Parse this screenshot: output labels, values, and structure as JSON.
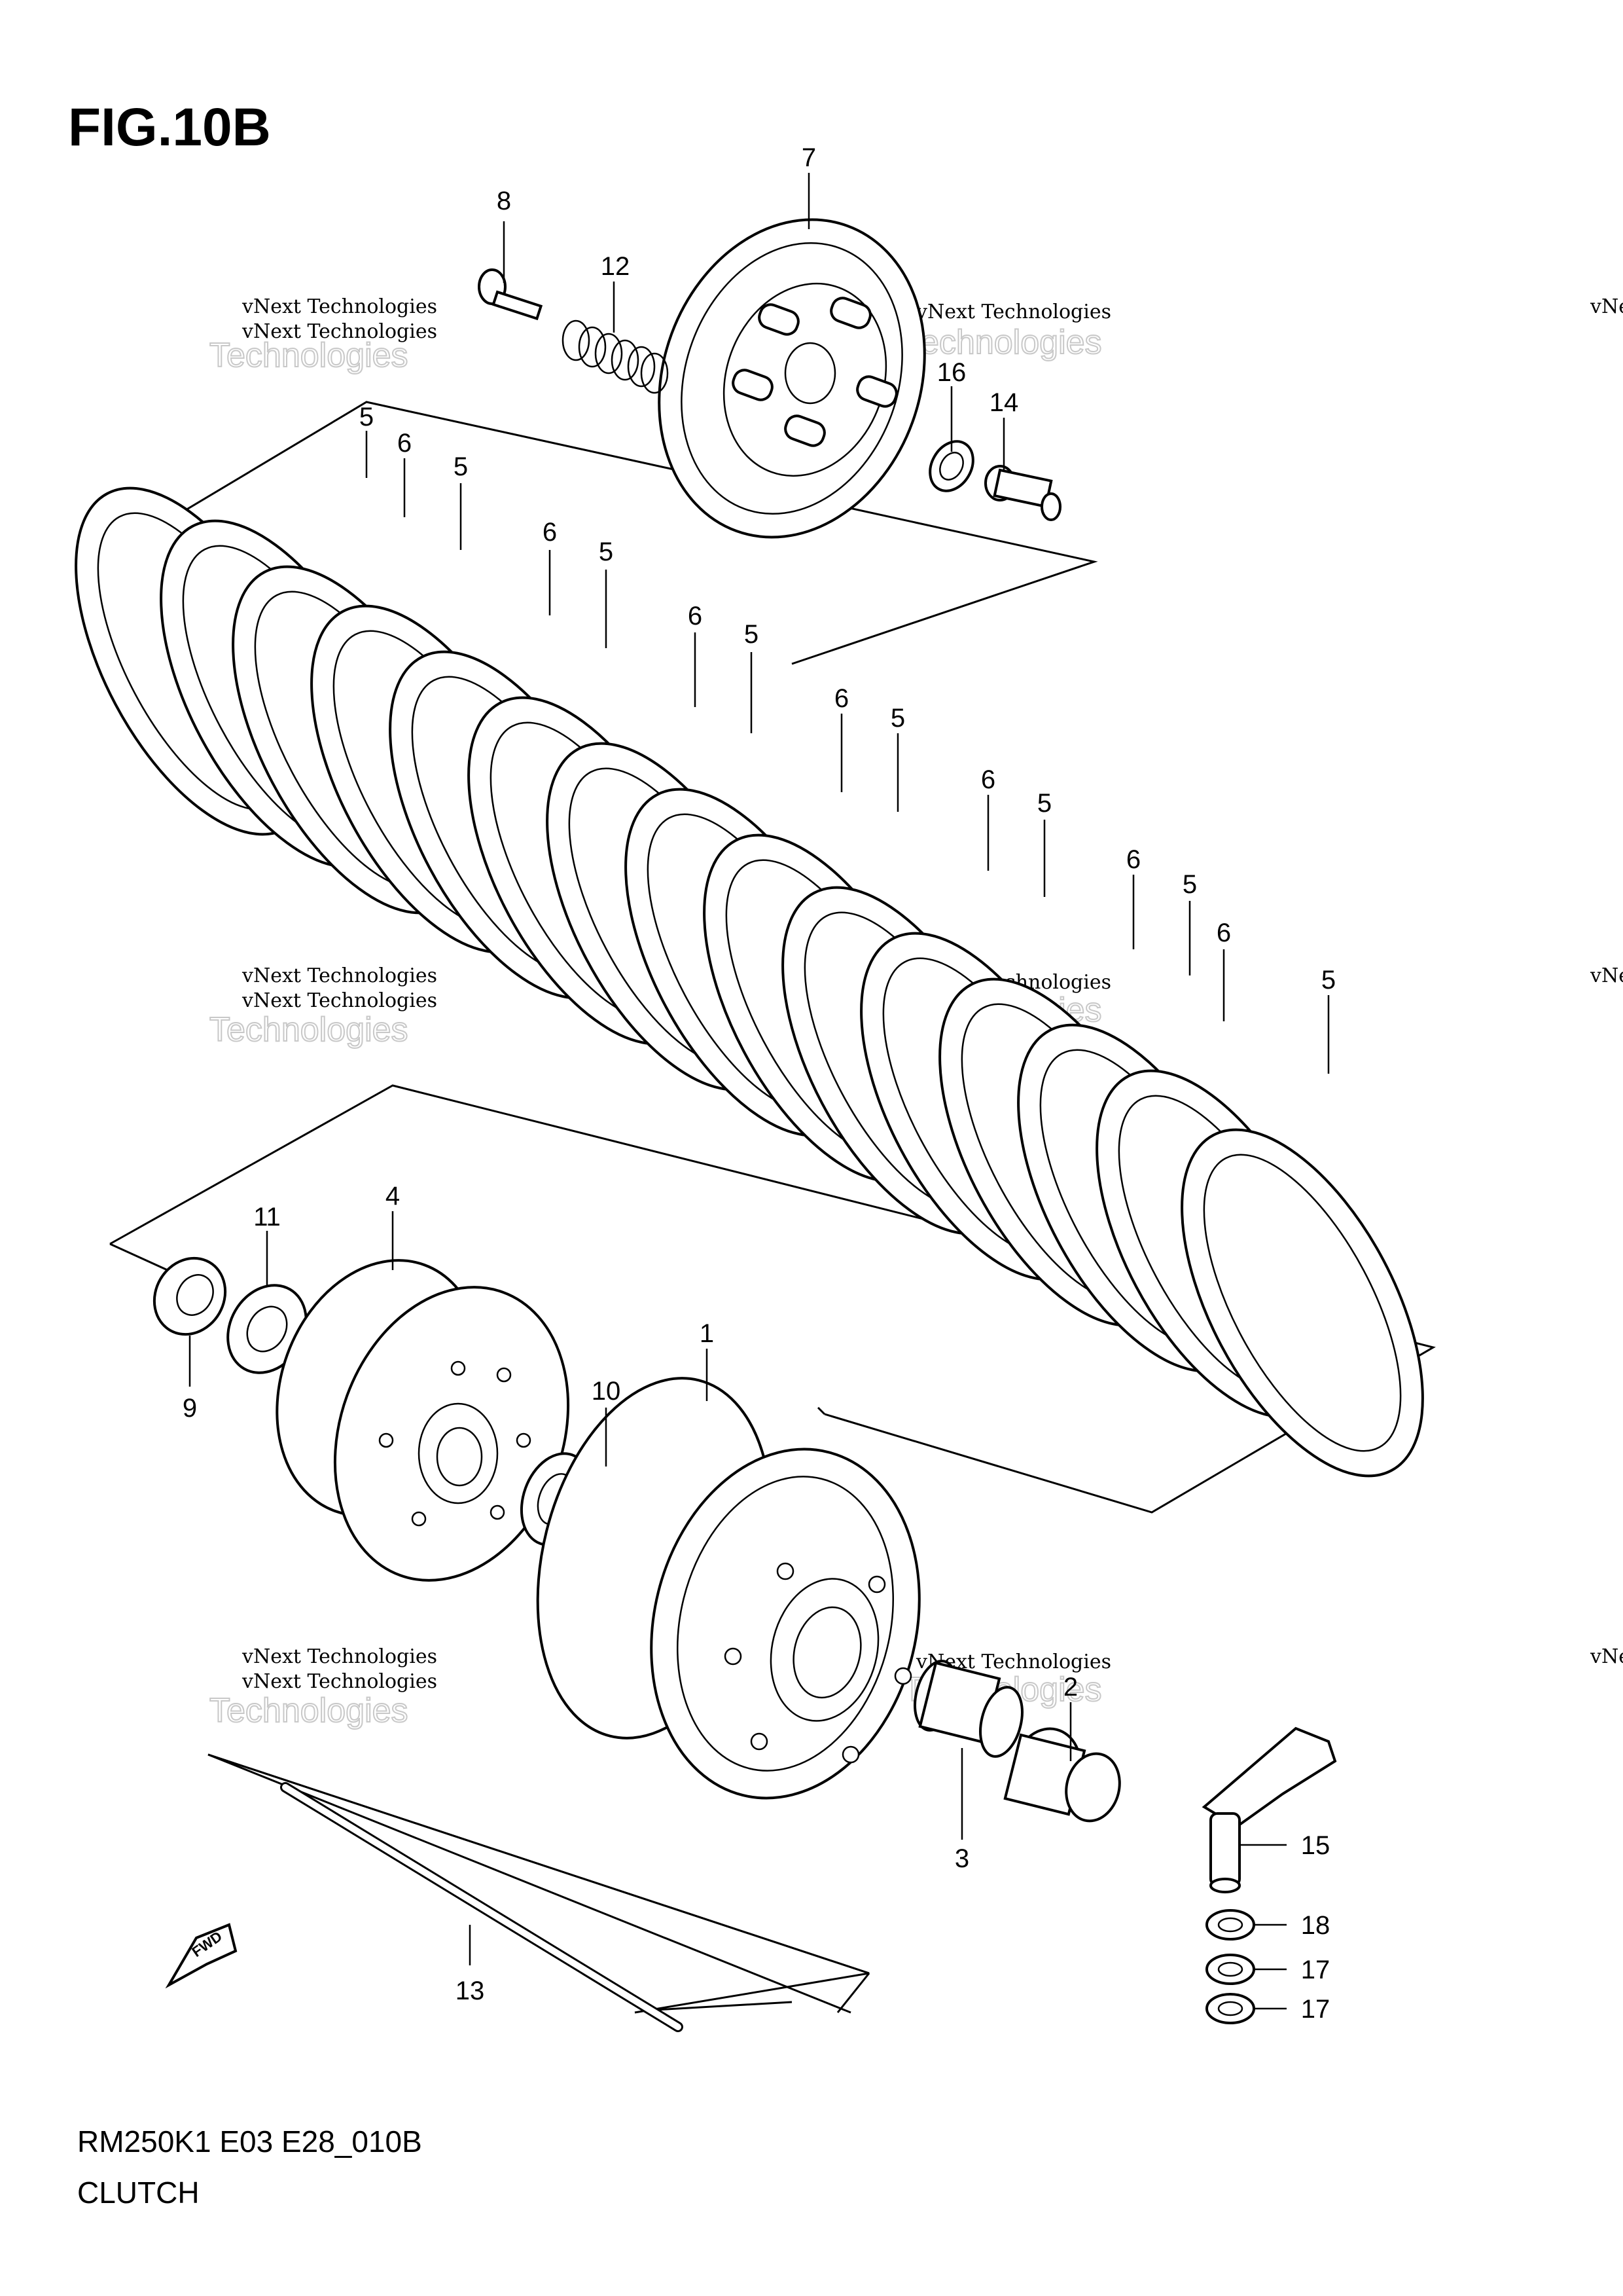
{
  "figure": {
    "title": "FIG.10B",
    "drawing_code": "RM250K1 E03 E28_010B",
    "section": "CLUTCH",
    "fwd_label": "FWD"
  },
  "watermark": {
    "small": "vNext Technologies",
    "large": "Technologies",
    "top": "vNext"
  },
  "callouts": [
    "1",
    "2",
    "3",
    "4",
    "5",
    "6",
    "7",
    "8",
    "9",
    "10",
    "11",
    "12",
    "13",
    "14",
    "15",
    "16",
    "17",
    "18"
  ],
  "colors": {
    "ink": "#000000",
    "paper": "#ffffff",
    "watermark": "#c8c8c8"
  }
}
